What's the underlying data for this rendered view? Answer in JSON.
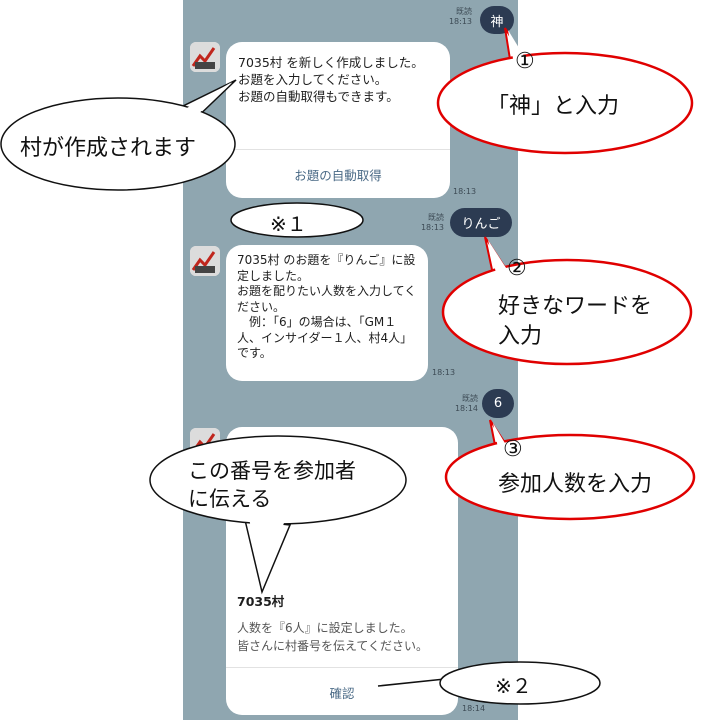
{
  "messages": {
    "out1": {
      "text": "神",
      "read": "既読",
      "time": "18:13"
    },
    "in1": {
      "text": "7035村 を新しく作成しました。お題を入力してください。\nお題の自動取得もできます。",
      "action": "お題の自動取得",
      "time": "18:13"
    },
    "out2": {
      "text": "りんご",
      "read": "既読",
      "time": "18:13"
    },
    "in2": {
      "text": "7035村 のお題を『りんご』に設定しました。\nお題を配りたい人数を入力してください。\n　例：「6」の場合は、「GM１人、インサイダー１人、村4人」です。",
      "time": "18:13"
    },
    "out3": {
      "text": "6",
      "read": "既読",
      "time": "18:14"
    },
    "in3": {
      "village": "7035村",
      "text": "人数を『6人』に設定しました。\n皆さんに村番号を伝えてください。",
      "action": "確認",
      "time": "18:14"
    }
  },
  "annotations": {
    "step1_num": "①",
    "step1_text": "「神」と入力",
    "step2_num": "②",
    "step2_line1": "好きなワードを",
    "step2_line2": "入力",
    "step3_num": "③",
    "step3_text": "参加人数を入力",
    "village_created": "村が作成されます",
    "tell_number_line1": "この番号を参加者",
    "tell_number_line2": "に伝える",
    "note1": "※１",
    "note2": "※２"
  },
  "colors": {
    "chat_bg": "#8fa6b0",
    "outgoing": "#2c3b52",
    "incoming": "#ffffff",
    "callout_red": "#e00000"
  }
}
